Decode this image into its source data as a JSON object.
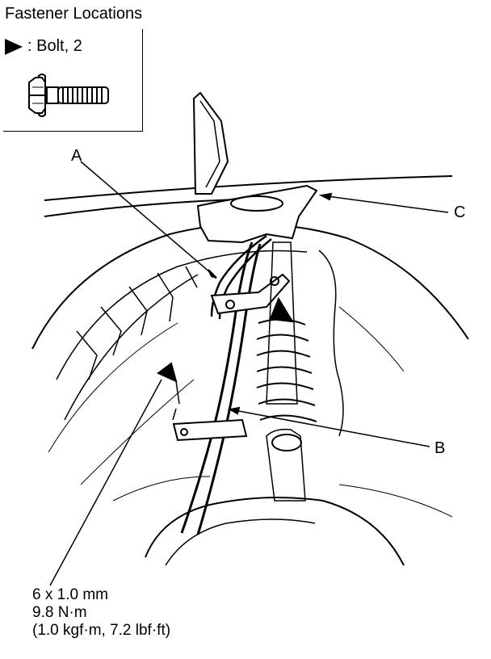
{
  "title": "Fastener Locations",
  "legend": {
    "symbol_icon": "solid-triangle-arrow-icon",
    "text": ": Bolt, 2",
    "bolt_icon": "flange-bolt-icon"
  },
  "callouts": {
    "a": "A",
    "b": "B",
    "c": "C"
  },
  "torque_spec": {
    "size": "6 x 1.0 mm",
    "torque_nm": "9.8 N·m",
    "torque_alt": "(1.0 kgf·m, 7.2 lbf·ft)"
  },
  "colors": {
    "line": "#000000",
    "background": "#ffffff"
  }
}
